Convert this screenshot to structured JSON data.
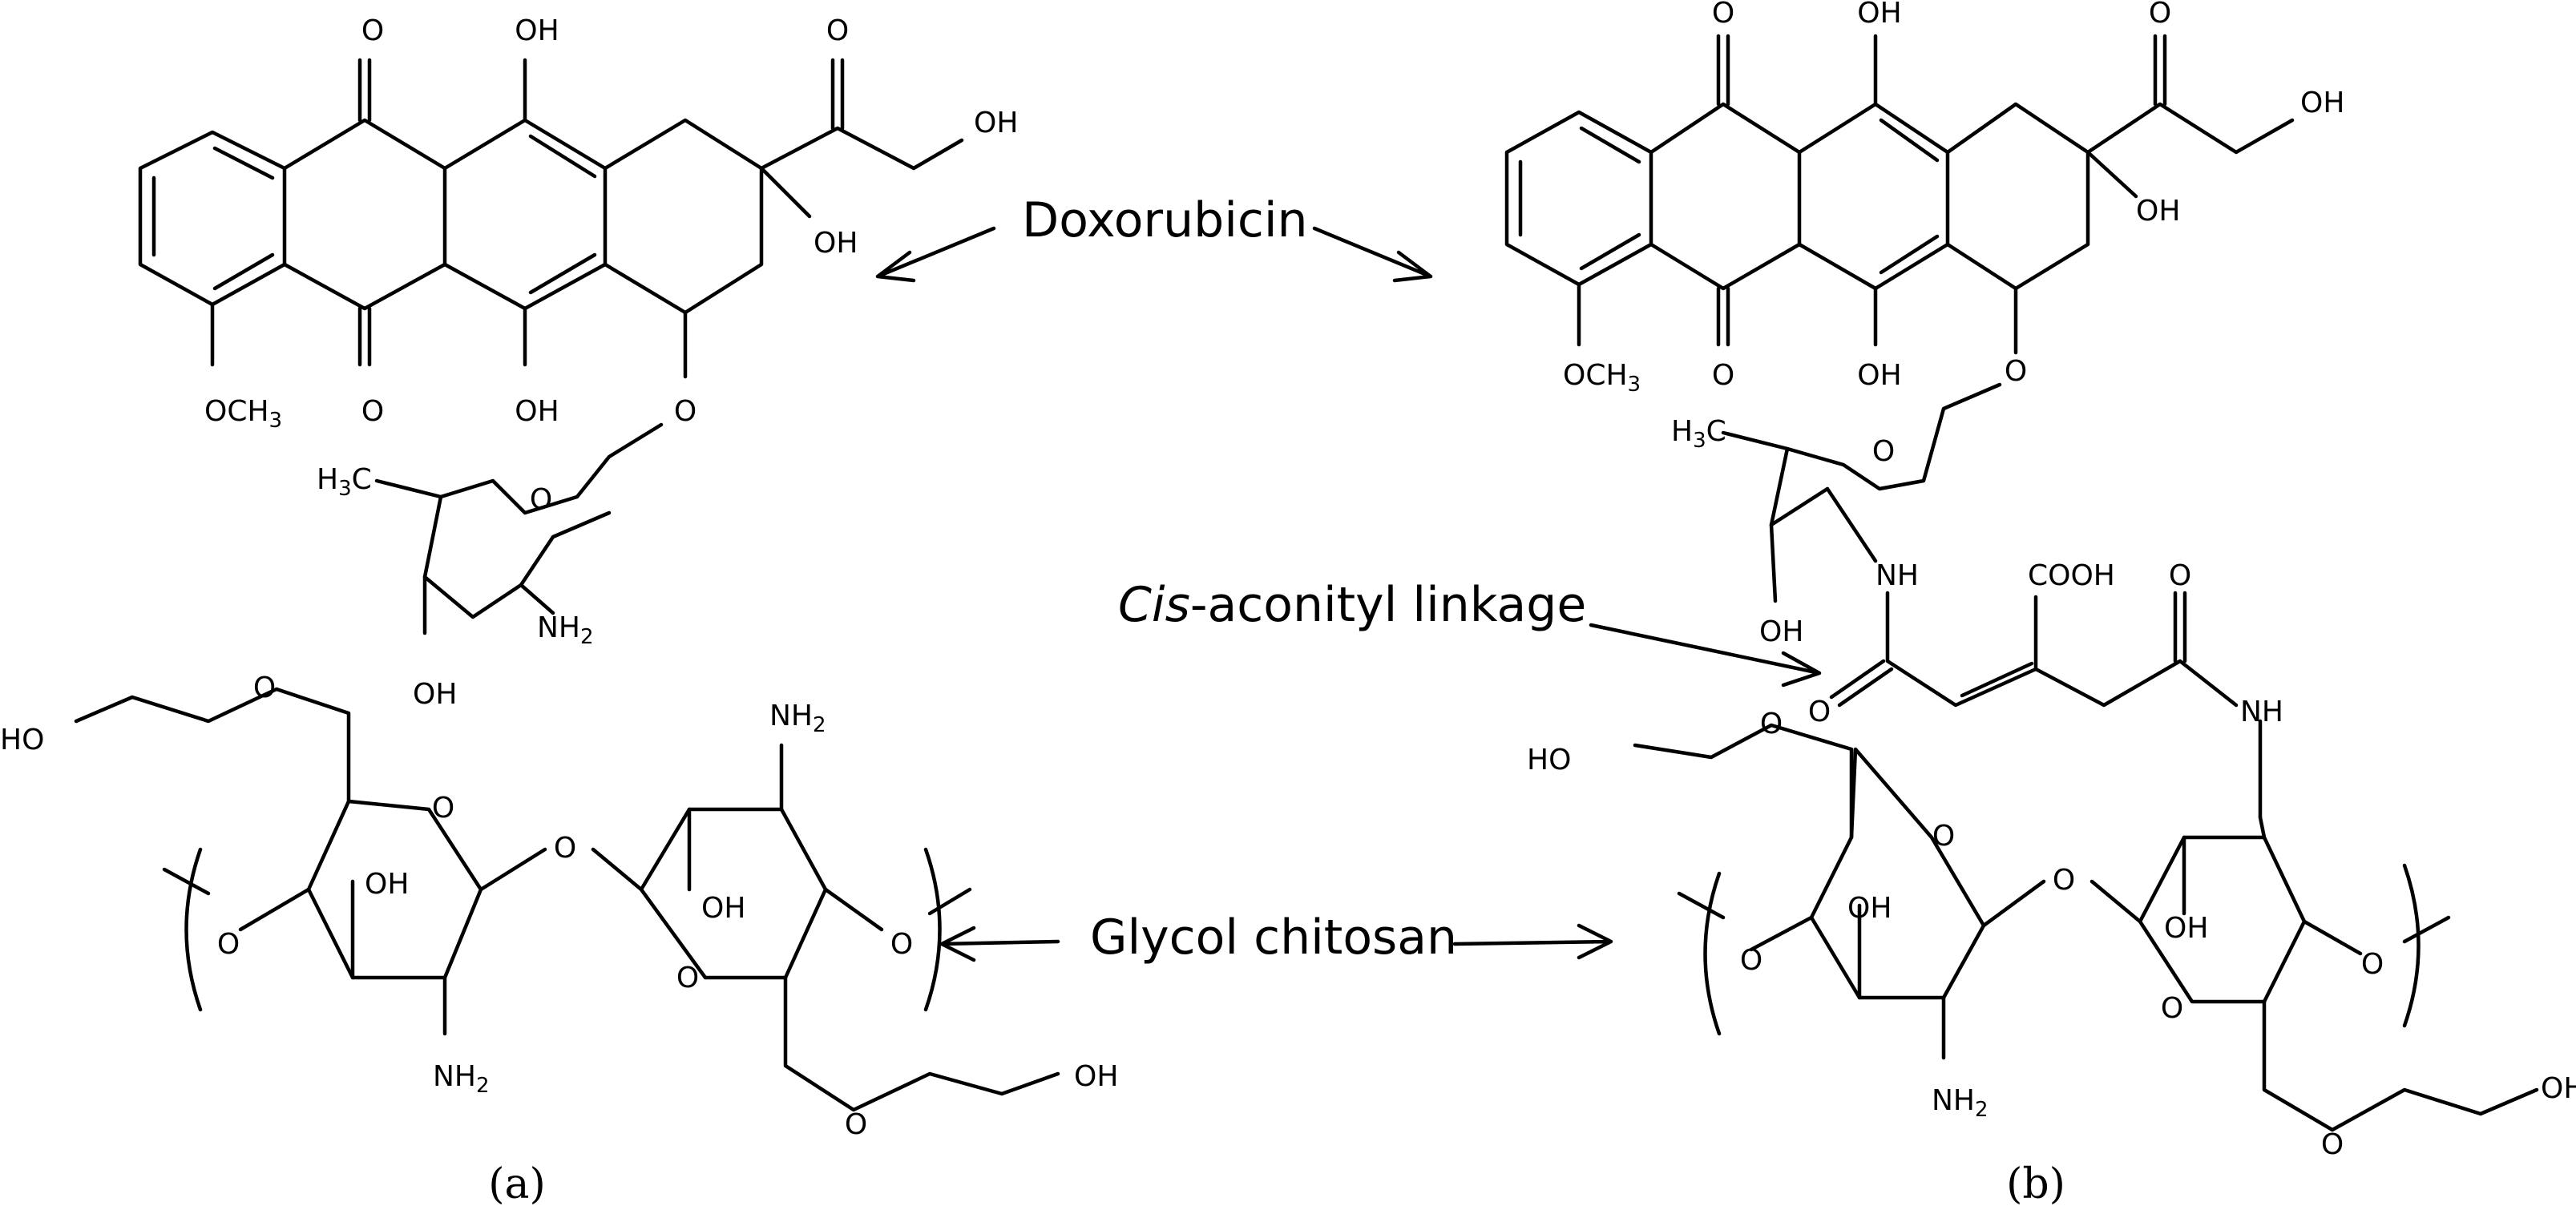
{
  "labels": {
    "doxorubicin": "Doxorubicin",
    "cis": "Cis",
    "linkage": "-aconityl linkage",
    "glycol_chitosan": "Glycol chitosan",
    "panel_a": "(a)",
    "panel_b": "(b)"
  },
  "atoms": {
    "o": "O",
    "oh": "OH",
    "ho": "HO",
    "och3": "OCH",
    "three": "3",
    "nh2": "NH",
    "two": "2",
    "h3c_h": "H",
    "h3c_c": "C",
    "nh": "NH",
    "cooh": "COOH"
  }
}
